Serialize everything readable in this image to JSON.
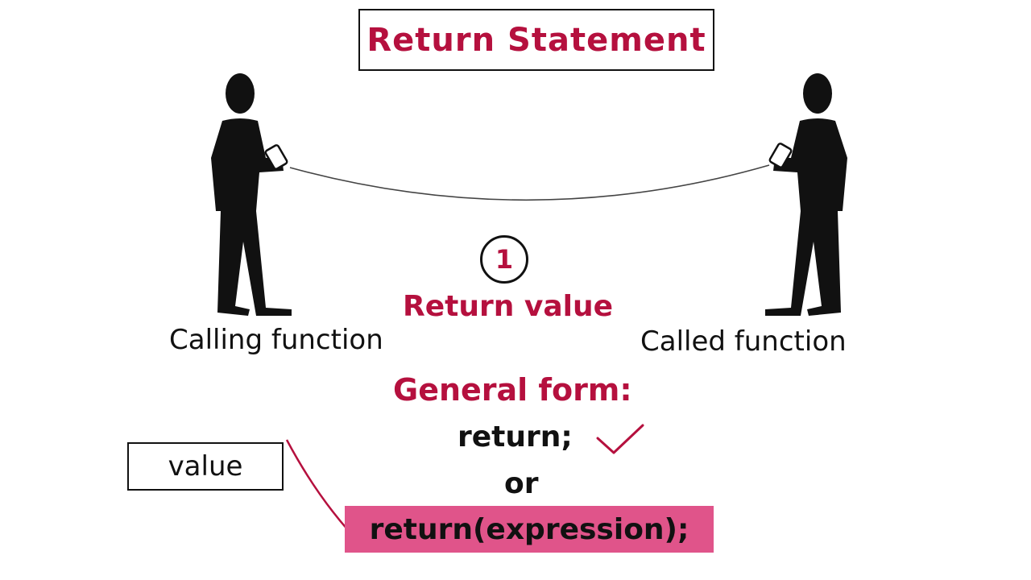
{
  "title": "Return Statement",
  "caller_label": "Calling function",
  "callee_label": "Called function",
  "step_number": "1",
  "step_title": "Return value",
  "general_form_label": "General form:",
  "form_return": "return;",
  "or_text": "or",
  "form_return_expression": "return(expression);",
  "value_label": "value",
  "colors": {
    "accent": "#b5103e",
    "highlight": "#e0548a",
    "ink": "#111111",
    "background": "#ffffff"
  },
  "icons": [
    "person-silhouette-icon",
    "tin-can-phone-icon",
    "checkmark-icon"
  ]
}
